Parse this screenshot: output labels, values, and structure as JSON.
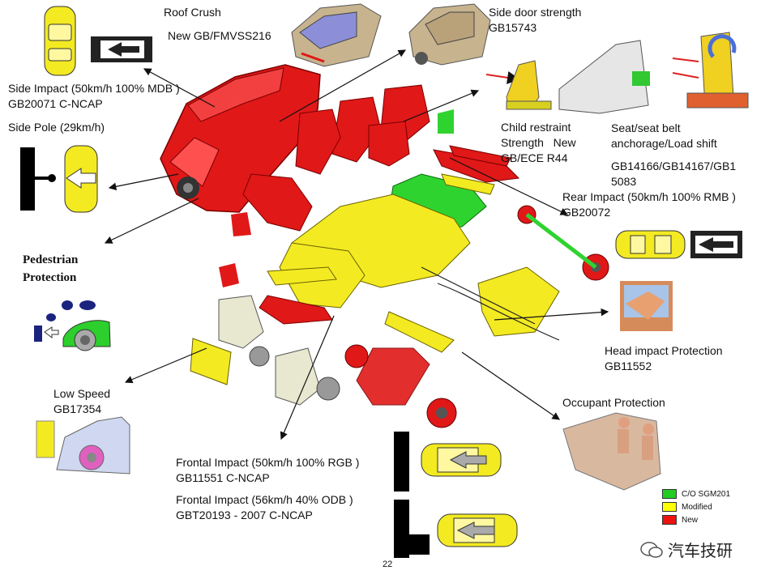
{
  "labels": {
    "roof_crush": "Roof Crush",
    "roof_crush_std": "New GB/FMVSS216",
    "side_door": "Side door strength",
    "side_door_std": "GB15743",
    "side_impact": "Side Impact (50km/h 100% MDB )",
    "side_impact_std": "GB20071 C-NCAP",
    "side_pole": "Side Pole (29km/h)",
    "child_restraint": "Child restraint\nStrength   New\nGB/ECE R44",
    "seat_belt": "Seat/seat belt\nanchorage/Load shift",
    "seat_belt_std": "GB14166/GB14167/GB1\n5083",
    "rear_impact": "Rear Impact (50km/h 100% RMB )",
    "rear_impact_std": "GB20072",
    "pedestrian": "Pedestrian\nProtection",
    "head_impact": "Head impact Protection",
    "head_impact_std": "GB11552",
    "occupant": "Occupant Protection",
    "low_speed": "Low Speed",
    "low_speed_std": "GB17354",
    "frontal_50": "Frontal Impact (50km/h 100% RGB )",
    "frontal_50_std": "GB11551 C-NCAP",
    "frontal_56": "Frontal Impact (56km/h 40% ODB )",
    "frontal_56_std": "GBT20193 - 2007 C-NCAP"
  },
  "legend": [
    {
      "label": "C/O SGM201",
      "color": "#22cc22"
    },
    {
      "label": "Modified",
      "color": "#ffff00"
    },
    {
      "label": "New",
      "color": "#ee1111"
    }
  ],
  "page_number": "22",
  "watermark": "汽车技研",
  "colors": {
    "body_red": "#e01818",
    "yellow": "#f3ea22",
    "green": "#2fd32f"
  }
}
